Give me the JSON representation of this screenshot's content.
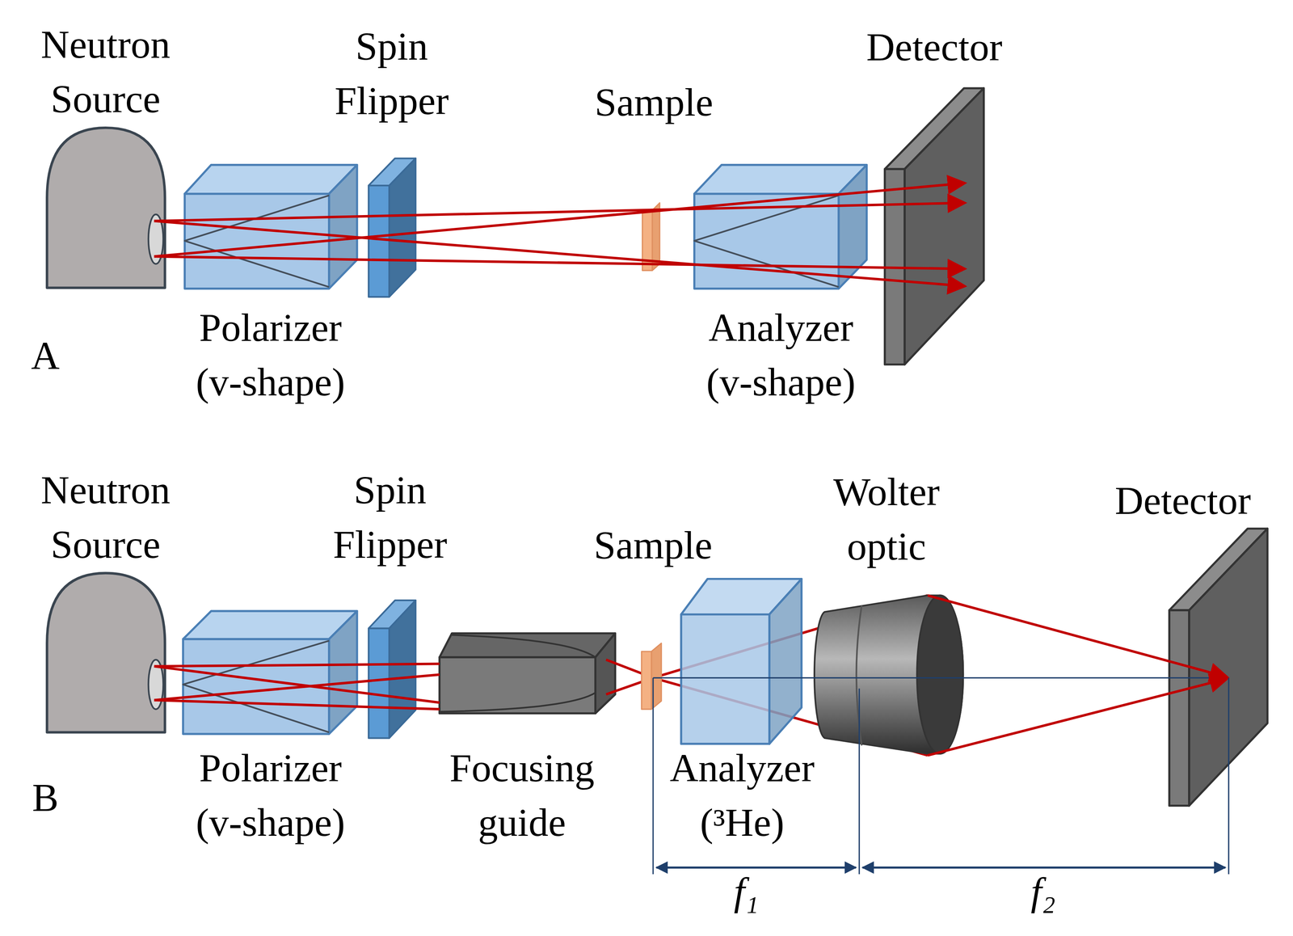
{
  "diagram": {
    "nodes": [
      {
        "text": [
          "Neutron Source"
        ]
      },
      {
        "text": [
          "Polarizer (v-shape)"
        ]
      },
      {
        "text": [
          "Spin Flipper"
        ]
      },
      {
        "text": [
          "Sample"
        ]
      },
      {
        "text": [
          "Analyzer (v-shape)"
        ]
      },
      {
        "text": [
          "Detector"
        ]
      },
      {
        "text": [
          "Neutron Source"
        ]
      },
      {
        "text": [
          "Polarizer (v-shape)"
        ]
      },
      {
        "text": [
          "Spin Flipper"
        ]
      },
      {
        "text": [
          "Focusing guide"
        ]
      },
      {
        "text": [
          "Sample"
        ]
      },
      {
        "text": [
          "Analyzer (³He)"
        ]
      },
      {
        "text": [
          "Wolter optic"
        ]
      },
      {
        "text": [
          "Detector"
        ]
      }
    ],
    "labels": [
      "A",
      "B",
      "f₁",
      "f₂"
    ]
  }
}
